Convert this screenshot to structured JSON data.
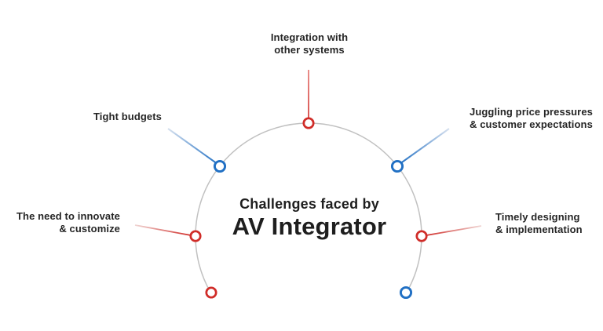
{
  "diagram": {
    "center": {
      "subtitle": "Challenges faced by",
      "title": "AV Integrator"
    },
    "nodes": [
      {
        "id": "integration",
        "color": "red",
        "label_lines": [
          "Integration with",
          "other systems"
        ]
      },
      {
        "id": "tight-budgets",
        "color": "blue",
        "label_lines": [
          "Tight budgets"
        ]
      },
      {
        "id": "juggling",
        "color": "blue",
        "label_lines": [
          "Juggling price pressures",
          "& customer expectations"
        ]
      },
      {
        "id": "innovate",
        "color": "red",
        "label_lines": [
          "The need to innovate",
          "& customize"
        ]
      },
      {
        "id": "timely",
        "color": "red",
        "label_lines": [
          "Timely designing",
          "& implementation"
        ]
      },
      {
        "id": "bottom-left",
        "color": "red",
        "label_lines": []
      },
      {
        "id": "bottom-right",
        "color": "blue",
        "label_lines": []
      }
    ],
    "colors": {
      "red": "#d02c28",
      "red_light": "#f0d6d4",
      "red_mid": "#e4716c",
      "blue": "#2170c4",
      "blue_light": "#d6e0ee",
      "arc": "#c1c1c1",
      "node_fill": "#ffffff"
    }
  }
}
